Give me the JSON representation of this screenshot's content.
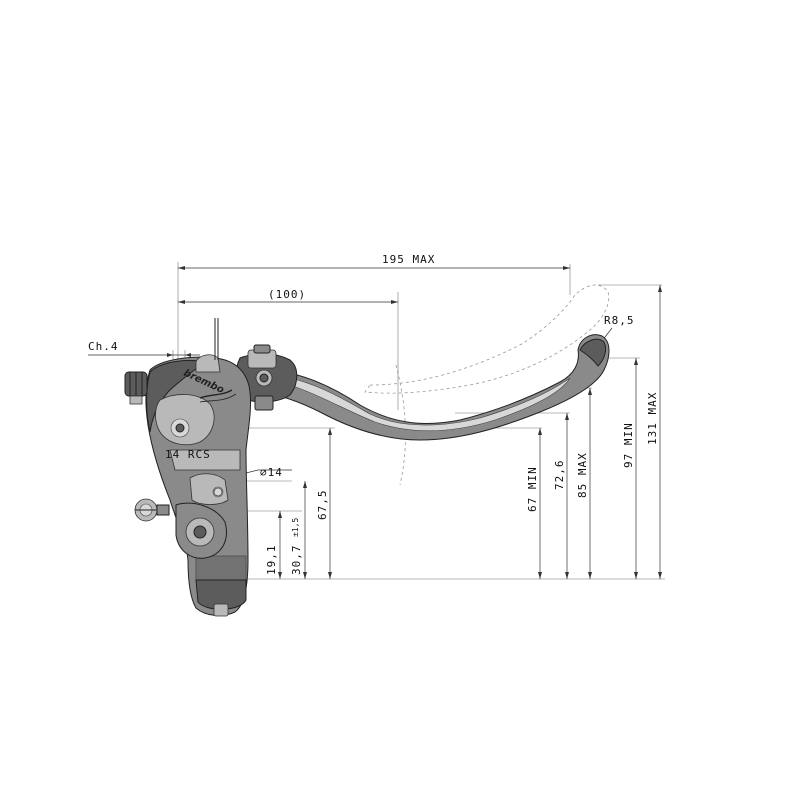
{
  "dimensions": {
    "overall_length": "195 MAX",
    "pivot_to_center": "(100)",
    "adjuster_key": "Ch.4",
    "master_cylinder_label": "14 RCS",
    "bore_diameter": "∅14",
    "tip_radius": "R8,5",
    "height_67_5": "67,5",
    "height_19_1": "19,1",
    "height_30_7": "30,7",
    "tolerance_30_7": "±1,5",
    "lever_67_min": "67 MIN",
    "lever_72_6": "72,6",
    "lever_85_max": "85 MAX",
    "lever_97_min": "97 MIN",
    "lever_131_max": "131 MAX"
  },
  "logo": {
    "brand": "brembo"
  },
  "icons": {
    "brand_mark": "brembo-logo-icon",
    "banjo_bolt": "banjo-bolt-icon",
    "adjuster_knob": "adjuster-knob-icon"
  },
  "colors": {
    "line": "#333333",
    "body": "#8a8a8a",
    "shadow": "#5c5c5c",
    "highlight": "#d8d8d8"
  }
}
